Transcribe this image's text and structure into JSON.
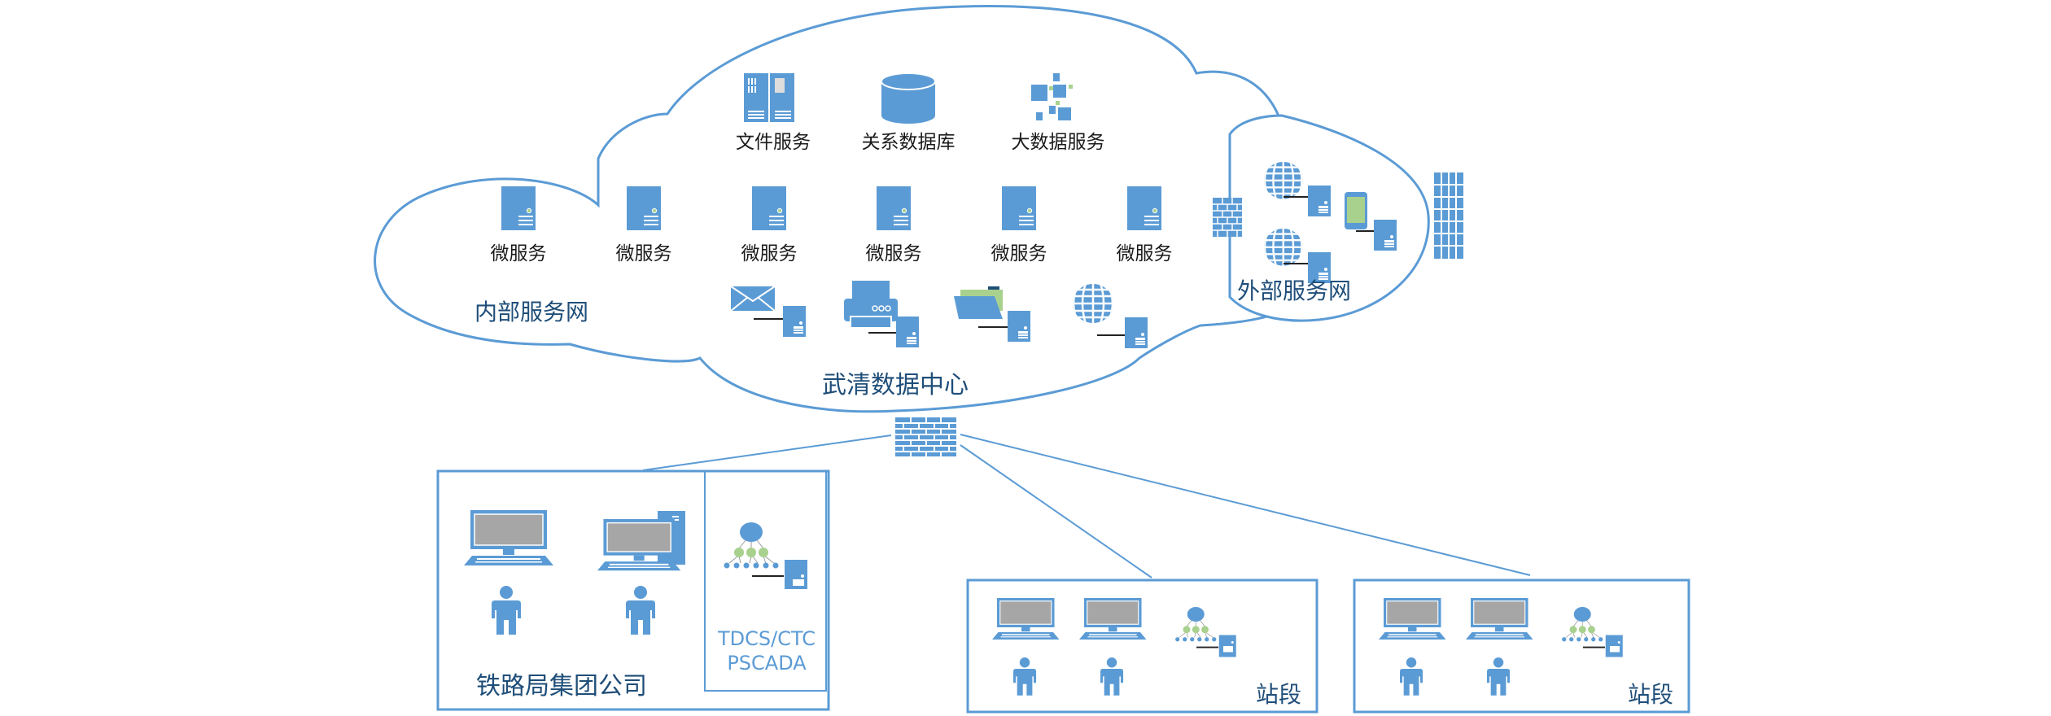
{
  "colors": {
    "accent": "#5b9bd5",
    "accent_light": "#a9d18e",
    "screen_gray": "#a6a6a6",
    "label_navy": "#1f4e79",
    "label_dark": "#1a1a1a"
  },
  "data_center": {
    "title": "武清数据中心",
    "internal_network": {
      "label": "内部服务网",
      "core_services": [
        {
          "label": "文件服务",
          "icon": "file-server-icon"
        },
        {
          "label": "关系数据库",
          "icon": "database-icon"
        },
        {
          "label": "大数据服务",
          "icon": "big-data-icon"
        }
      ],
      "microservices": [
        {
          "label": "微服务"
        },
        {
          "label": "微服务"
        },
        {
          "label": "微服务"
        },
        {
          "label": "微服务"
        },
        {
          "label": "微服务"
        },
        {
          "label": "微服务"
        }
      ],
      "app_servers": [
        {
          "icon": "email-server-icon"
        },
        {
          "icon": "print-server-icon"
        },
        {
          "icon": "file-share-server-icon"
        },
        {
          "icon": "web-server-icon"
        }
      ]
    },
    "external_network": {
      "label": "外部服务网",
      "servers": [
        {
          "icon": "web-server-icon"
        },
        {
          "icon": "web-server-icon"
        },
        {
          "icon": "mobile-server-icon"
        }
      ]
    }
  },
  "railway_group": {
    "label": "铁路局集团公司",
    "systems_label_line1": "TDCS/CTC",
    "systems_label_line2": "PSCADA"
  },
  "stations": [
    {
      "label": "站段"
    },
    {
      "label": "站段"
    }
  ]
}
